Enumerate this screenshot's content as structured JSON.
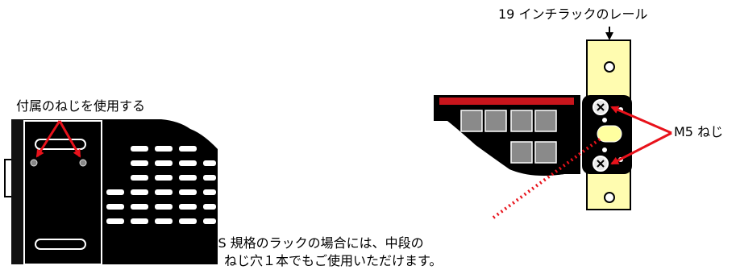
{
  "labels": {
    "left_screws": "付属のねじを使用する",
    "rail": "19 インチラックのレール",
    "m5": "M5 ねじ",
    "note_line1": "＊JIS 規格のラックの場合には、中段の",
    "note_line2": "ねじ穴１本でもご使用いただけます。"
  },
  "colors": {
    "arrow": "#e8121b",
    "rail_fill": "#fffcb0",
    "body": "#000000",
    "panel_red": "#c8151c"
  }
}
